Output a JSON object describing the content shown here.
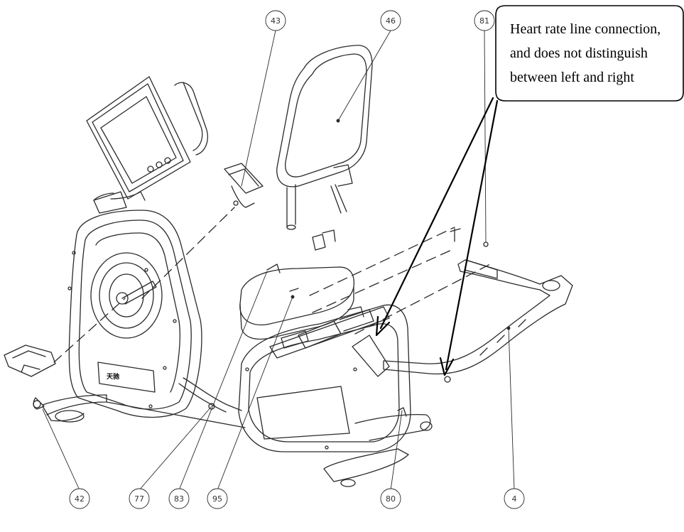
{
  "callout": {
    "lines": [
      "Heart rate line connection,",
      "and does not distinguish",
      "between left and right"
    ]
  },
  "part_labels": [
    "43",
    "46",
    "81",
    "42",
    "77",
    "83",
    "95",
    "80",
    "4"
  ],
  "brand_mark": "天驰",
  "colors": {
    "line": "#2a2a2a",
    "callout_border": "#000000"
  }
}
